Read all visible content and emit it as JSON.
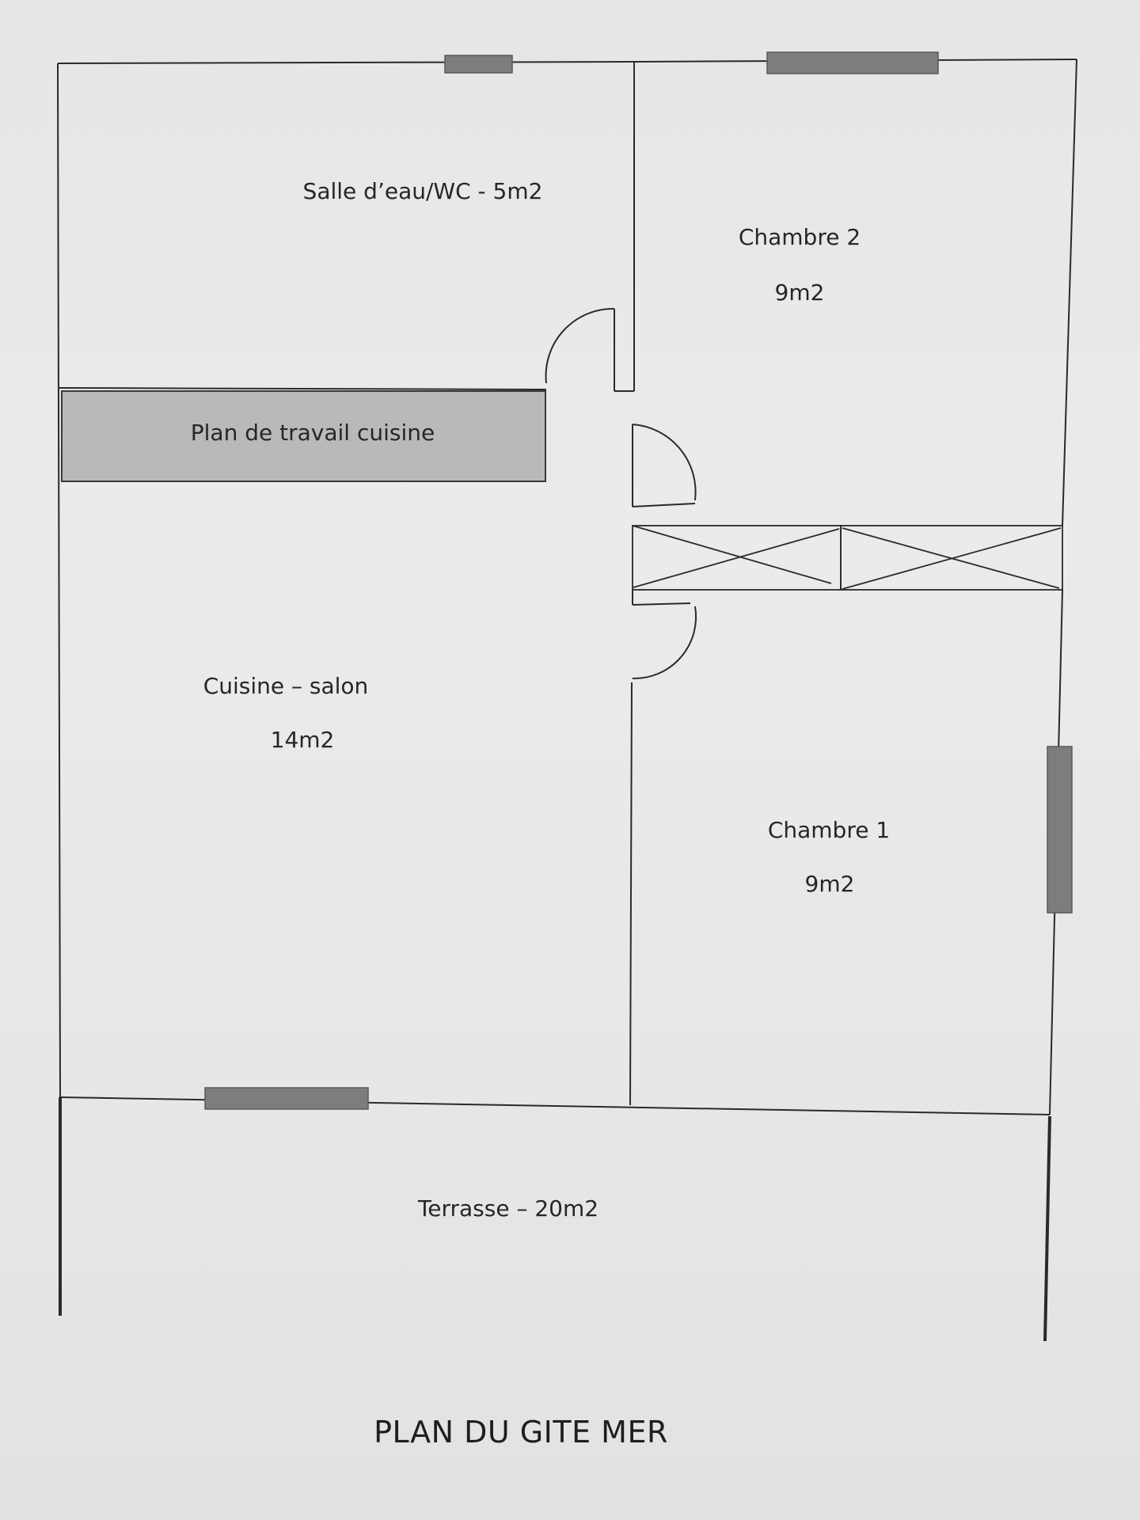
{
  "rooms": {
    "salle_eau": {
      "name": "Salle d’eau/WC - 5m2"
    },
    "chambre2": {
      "name": "Chambre 2",
      "area": "9m2"
    },
    "plan_travail": {
      "name": "Plan de travail cuisine"
    },
    "cuisine": {
      "name": "Cuisine – salon",
      "area": "14m2"
    },
    "chambre1": {
      "name": "Chambre 1",
      "area": "9m2"
    },
    "terrasse": {
      "name": "Terrasse – 20m2"
    }
  },
  "title": "PLAN DU GITE MER",
  "colors": {
    "wall": "#2a2a2a",
    "window": "#7d7d7d",
    "counter": "#b9b9b7",
    "paper": "#e8e8e6"
  }
}
